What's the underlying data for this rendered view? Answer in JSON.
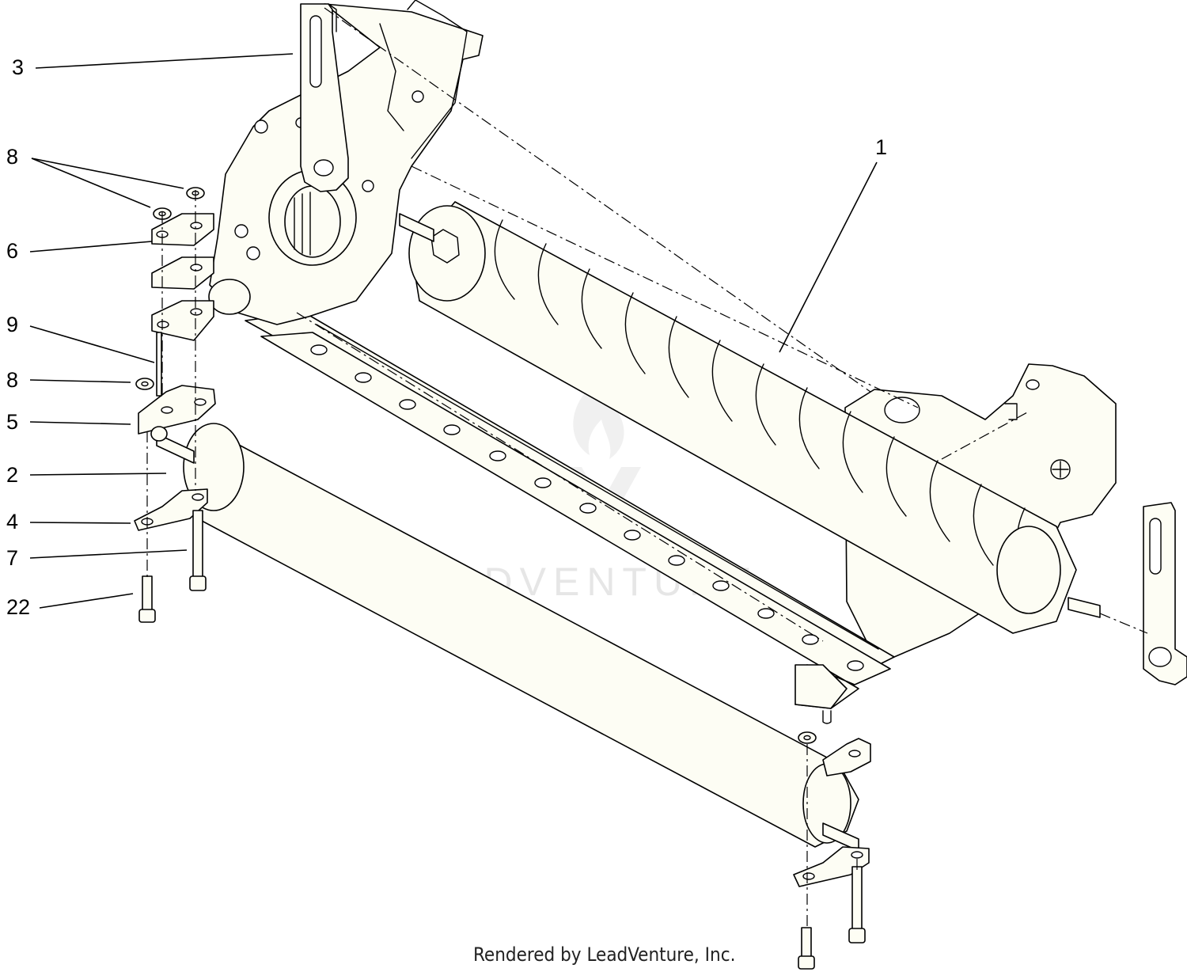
{
  "diagram": {
    "callouts": [
      {
        "id": "callout-3",
        "label": "3"
      },
      {
        "id": "callout-8a",
        "label": "8"
      },
      {
        "id": "callout-6",
        "label": "6"
      },
      {
        "id": "callout-9",
        "label": "9"
      },
      {
        "id": "callout-8b",
        "label": "8"
      },
      {
        "id": "callout-5",
        "label": "5"
      },
      {
        "id": "callout-2",
        "label": "2"
      },
      {
        "id": "callout-4",
        "label": "4"
      },
      {
        "id": "callout-7",
        "label": "7"
      },
      {
        "id": "callout-22",
        "label": "22"
      },
      {
        "id": "callout-1",
        "label": "1"
      }
    ],
    "watermark": "LEADVENTURE",
    "footer": "Rendered by LeadVenture, Inc.",
    "colors": {
      "line": "#000000",
      "part_fill": "#fdfdf4",
      "watermark": "#e6e6e6"
    }
  }
}
